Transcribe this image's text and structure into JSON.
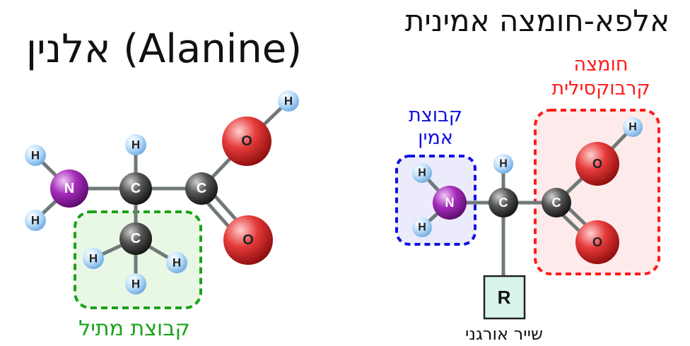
{
  "left": {
    "title": "אלנין (Alanine)",
    "methyl_label": "קבוצת מתיל"
  },
  "right": {
    "title": "אלפא-חומצה אמינית",
    "amine_label_1": "קבוצת",
    "amine_label_2": "אמין",
    "carboxyl_label_1": "חומצה",
    "carboxyl_label_2": "קרבוקסילית",
    "r_group": "R",
    "r_label": "שייר אורגני"
  },
  "atoms": {
    "H": "H",
    "N": "N",
    "C": "C",
    "O": "O"
  },
  "colors": {
    "methyl": "#1aa31a",
    "amine": "#1010e0",
    "carboxyl": "#ff1a1a",
    "r_box": "#d8f2ec"
  }
}
